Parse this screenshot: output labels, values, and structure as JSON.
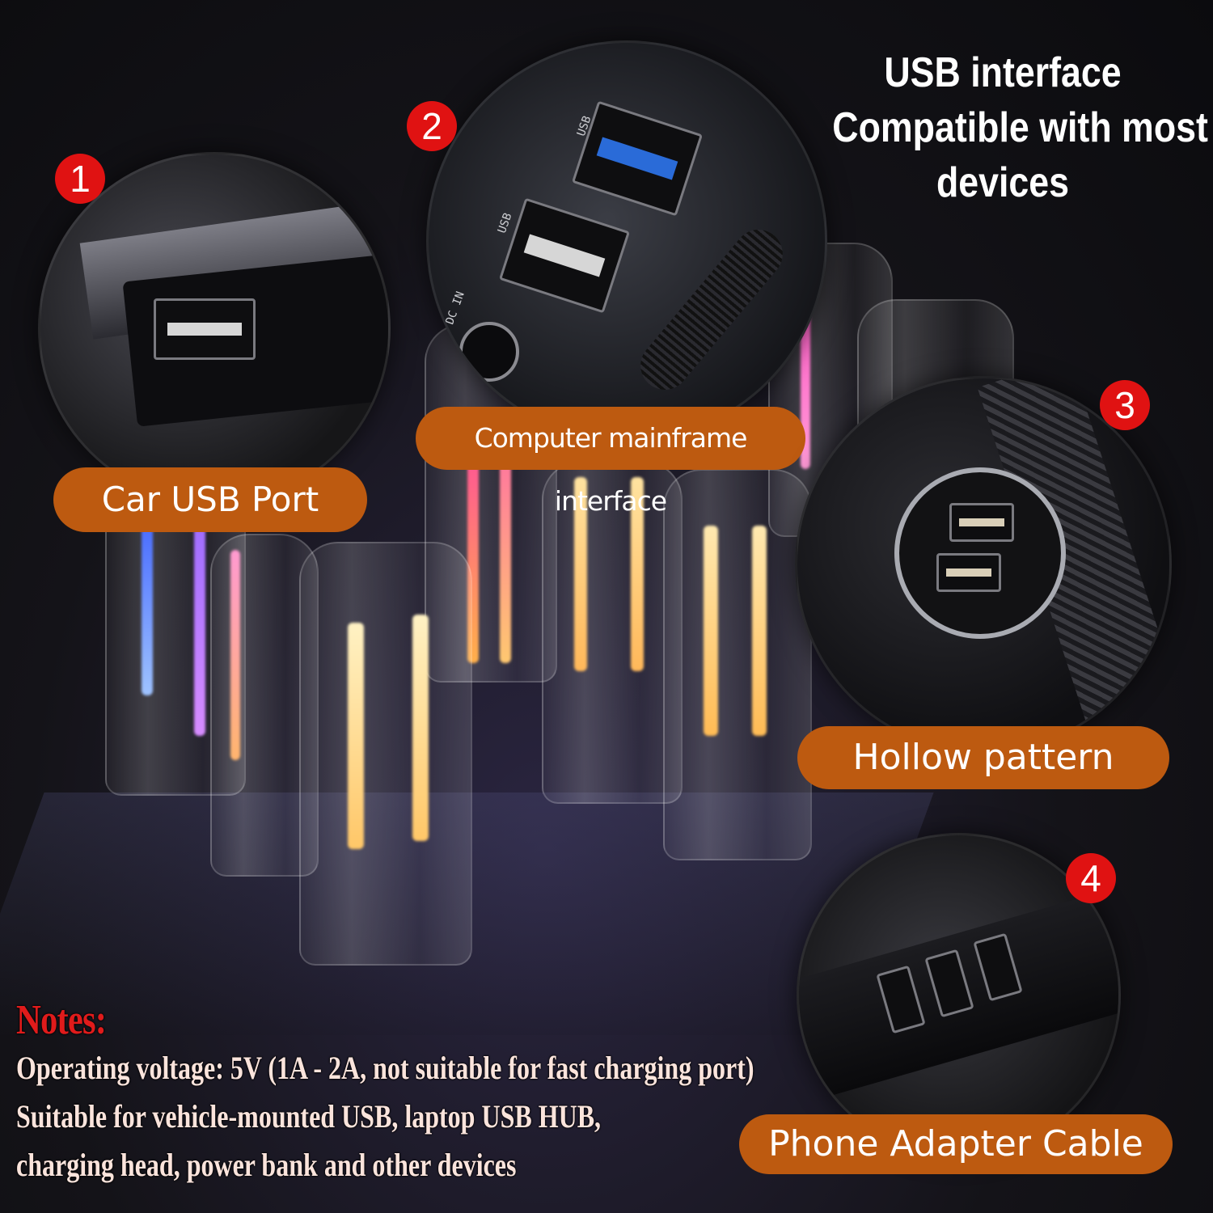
{
  "headline": {
    "line1": "USB interface",
    "line2": "Compatible with most",
    "line3": "devices"
  },
  "panels": [
    {
      "number": "1",
      "label": "Car USB Port",
      "icon": "car-usb-port-photo"
    },
    {
      "number": "2",
      "label": "Computer mainframe interface",
      "icon": "computer-usb-ports-photo"
    },
    {
      "number": "3",
      "label": "Hollow pattern",
      "icon": "car-charger-socket-photo"
    },
    {
      "number": "4",
      "label": "Phone Adapter Cable",
      "icon": "usb-hub-photo"
    }
  ],
  "port_marks": {
    "usb_a": "USB",
    "usb_b": "USB",
    "dc_in": "DC IN"
  },
  "notes": {
    "title": "Notes:",
    "lines": [
      "Operating voltage: 5V (1A - 2A, not suitable for fast charging port)",
      "Suitable for vehicle-mounted USB, laptop USB HUB,",
      "charging head, power bank and other devices"
    ]
  },
  "colors": {
    "badge": "#e01212",
    "pill": "#bd5a10",
    "notes_title": "#e01b1b",
    "notes_text": "#fbe4dc",
    "headline": "#ffffff"
  }
}
